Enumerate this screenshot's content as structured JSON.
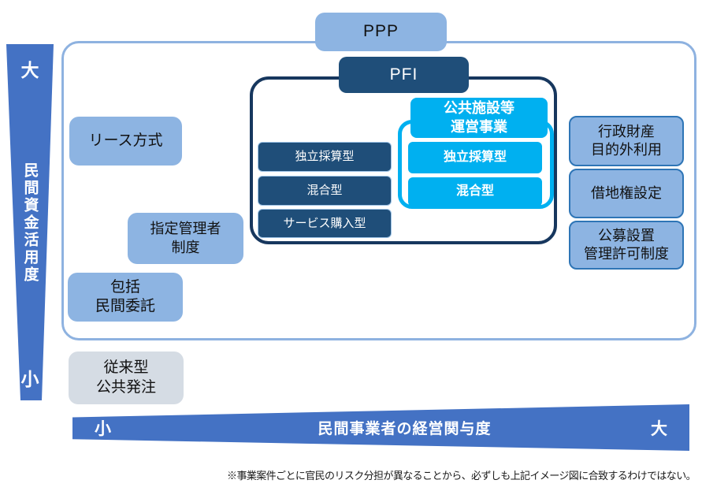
{
  "ppp": {
    "label": "PPP"
  },
  "pfi": {
    "label": "PFI"
  },
  "axes": {
    "vertical": {
      "max": "大",
      "label": "民間資金活用度",
      "min": "小"
    },
    "horizontal": {
      "min": "小",
      "label": "民間事業者の経営関与度",
      "max": "大"
    }
  },
  "pfi_types": [
    "独立採算型",
    "混合型",
    "サービス購入型"
  ],
  "operation": {
    "title": "公共施設等\n運営事業",
    "types": [
      "独立採算型",
      "混合型"
    ]
  },
  "ppp_methods": {
    "lease": "リース方式",
    "designated_manager": "指定管理者\n制度",
    "comprehensive_private": "包括\n民間委託"
  },
  "right_methods": {
    "admin_property": "行政財産\n目的外利用",
    "leasehold": "借地権設定",
    "public_offering": "公募設置\n管理許可制度"
  },
  "outside": {
    "conventional": "従来型\n公共発注"
  },
  "note": "※事業案件ごとに官民のリスク分担が異なることから、必ずしも上記イメージ図に合致するわけではない。",
  "colors": {
    "light_blue": "#8DB4E2",
    "dark_navy": "#1F4E79",
    "navy_border": "#17375E",
    "cyan": "#00B0F0",
    "axis_blue": "#4472C4",
    "gray": "#D5DCE4",
    "box_border_blue": "#2E75B6",
    "outline_blue": "#8EB2E0"
  }
}
